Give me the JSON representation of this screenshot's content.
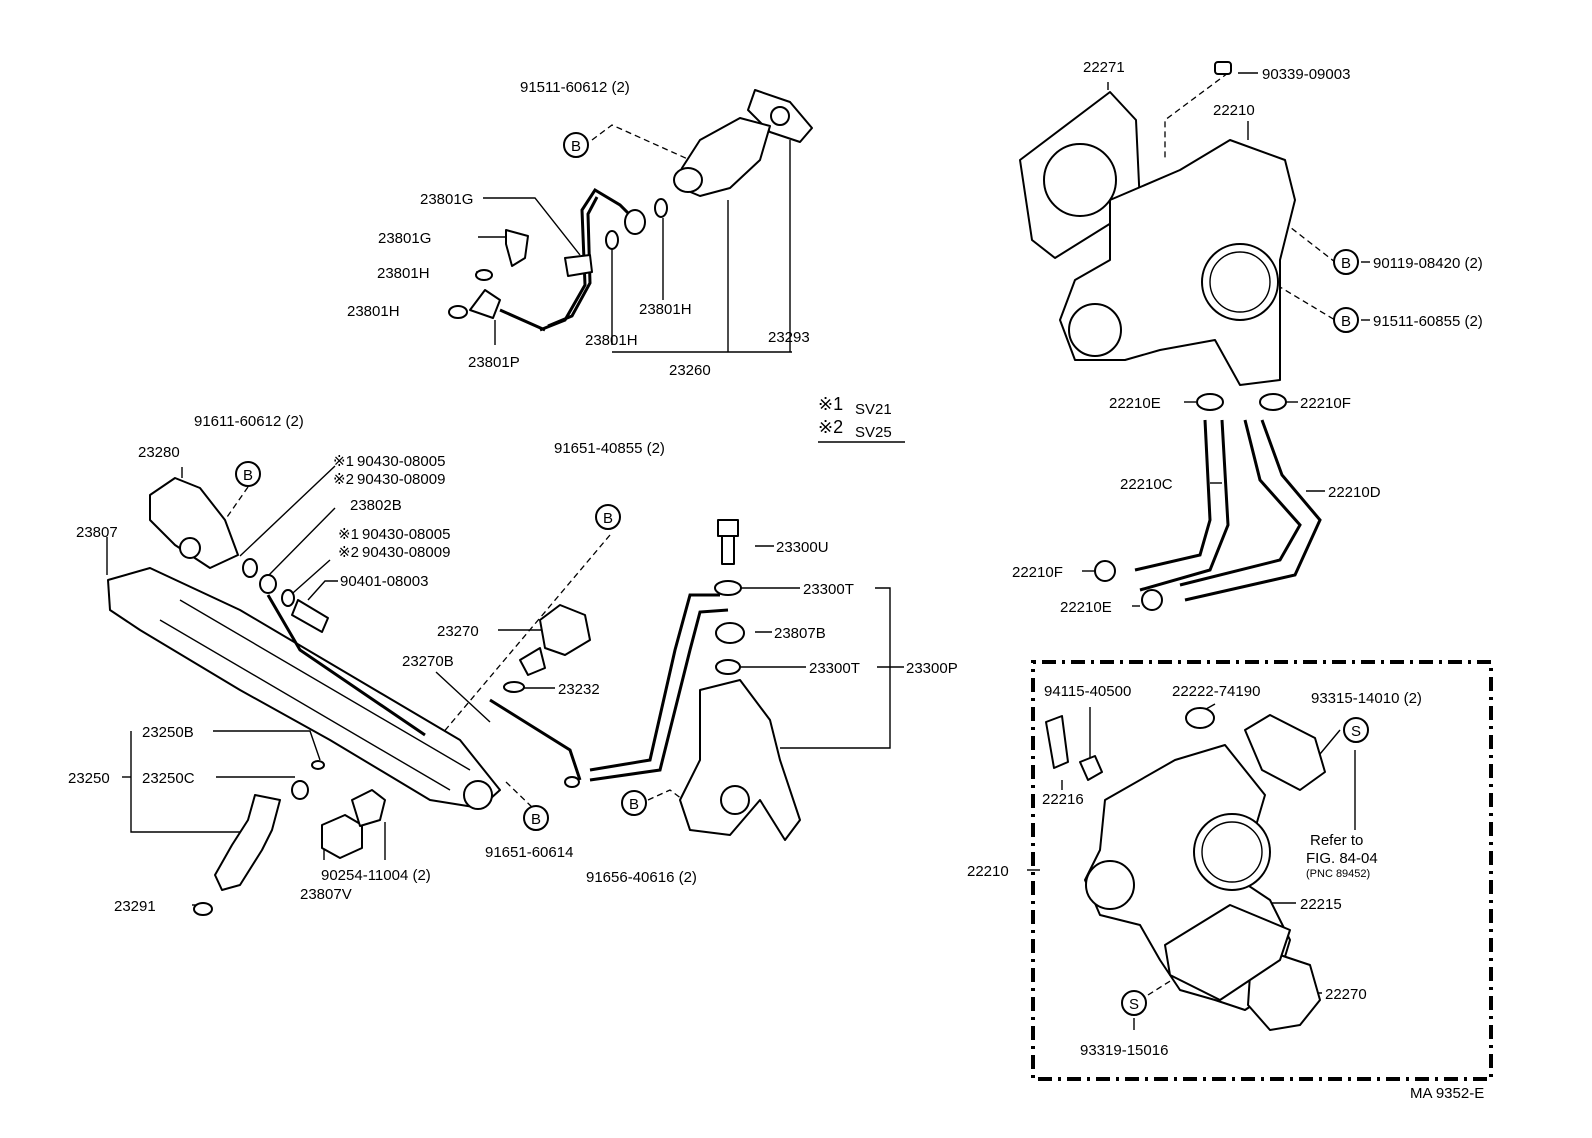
{
  "labels": {
    "p91511_60612": "91511-60612 (2)",
    "p23801G_a": "23801G",
    "p23801G_b": "23801G",
    "p23801H_a": "23801H",
    "p23801H_b": "23801H",
    "p23801H_c": "23801H",
    "p23801H_d": "23801H",
    "p23801P": "23801P",
    "p23260": "23260",
    "p23293": "23293",
    "p22271": "22271",
    "p90339": "90339-09003",
    "p22210_top": "22210",
    "p90119": "90119-08420 (2)",
    "p91511_60855": "91511-60855 (2)",
    "p22210E_a": "22210E",
    "p22210F_a": "22210F",
    "p22210C": "22210C",
    "p22210D": "22210D",
    "p22210F_b": "22210F",
    "p22210E_b": "22210E",
    "p91611": "91611-60612 (2)",
    "p23280": "23280",
    "p23807": "23807",
    "p90430_08005_a": "90430-08005",
    "p90430_08009_a": "90430-08009",
    "p23802B": "23802B",
    "p90430_08005_b": "90430-08005",
    "p90430_08009_b": "90430-08009",
    "p90401": "90401-08003",
    "p91651_40855": "91651-40855 (2)",
    "p23300U": "23300U",
    "p23300T_a": "23300T",
    "p23807B": "23807B",
    "p23300T_b": "23300T",
    "p23300P": "23300P",
    "p23270": "23270",
    "p23270B": "23270B",
    "p23232": "23232",
    "p23250B": "23250B",
    "p23250": "23250",
    "p23250C": "23250C",
    "p91651_60614": "91651-60614",
    "p90254": "90254-11004 (2)",
    "p23807V": "23807V",
    "p91656": "91656-40616 (2)",
    "p23291": "23291",
    "p94115": "94115-40500",
    "p22222": "22222-74190",
    "p93315": "93315-14010 (2)",
    "p22216": "22216",
    "p22210_kit": "22210",
    "p22215": "22215",
    "p22270": "22270",
    "p93319": "93319-15016",
    "refer_1": "Refer to",
    "refer_2": "FIG. 84-04",
    "refer_3": "(PNC 89452)"
  },
  "legend": {
    "mark1": "※1",
    "text1": "SV21",
    "mark2": "※2",
    "text2": "SV25"
  },
  "marks": {
    "m1": "※1",
    "m2": "※2"
  },
  "circle_symbols": {
    "b": "B",
    "s": "S"
  },
  "drawing_code": "MA 9352-E"
}
